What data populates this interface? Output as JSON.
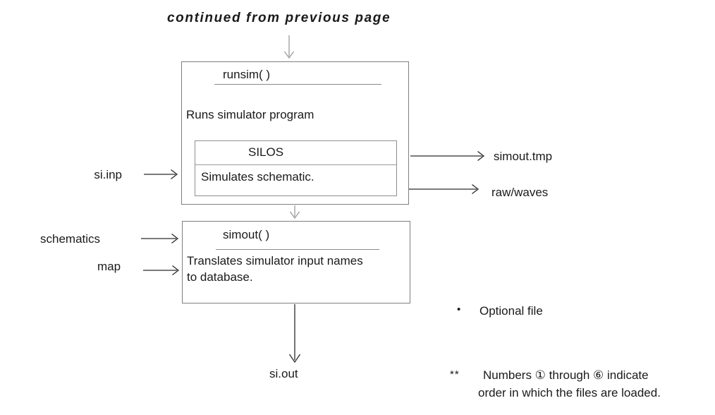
{
  "title": "continued from previous page",
  "runsim_box": {
    "name": "runsim( )",
    "description": "Runs simulator program",
    "inner_box": {
      "title": "SILOS",
      "description": "Simulates schematic."
    }
  },
  "simout_box": {
    "name": "simout( )",
    "description": "Translates simulator input names\nto database."
  },
  "inputs": {
    "si_inp": "si.inp",
    "schematics": "schematics",
    "map": "map"
  },
  "outputs": {
    "simout_tmp": "simout.tmp",
    "raw_waves": "raw/waves",
    "si_out": "si.out"
  },
  "legend": {
    "bullet": "•",
    "optional_file": "Optional file",
    "asterisks": "**",
    "note": "Numbers ① through ⑥ indicate\norder in which the files are loaded."
  },
  "colors": {
    "text": "#1a1a1a",
    "box_border": "#7f7f7f",
    "arrow_dark": "#2a2a2a",
    "arrow_gray": "#9c9c9c",
    "background": "#ffffff"
  }
}
